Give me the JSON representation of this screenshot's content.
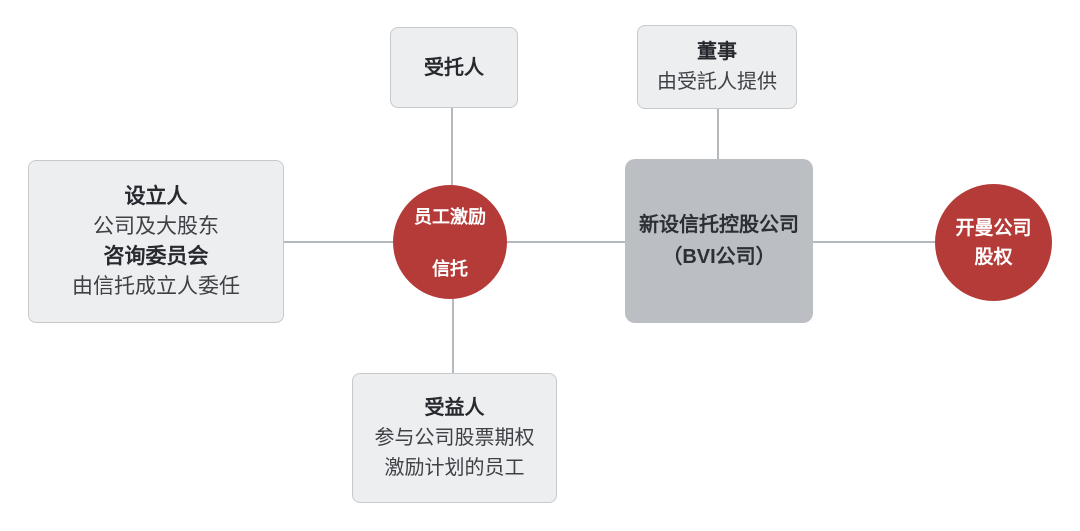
{
  "colors": {
    "accent_red": "#b43b37",
    "gray_node_fill": "#bbbec2",
    "light_box_fill": "#edeef0",
    "light_box_border": "#c7cacd",
    "connector_gray": "#b4b9be",
    "text_dark": "#26292e",
    "text_body": "#3e4246",
    "circle_text": "#ffffff"
  },
  "nodes": {
    "trustee": {
      "lines": [
        {
          "text": "受托人",
          "bold": true
        }
      ]
    },
    "director": {
      "lines": [
        {
          "text": "董事",
          "bold": true
        },
        {
          "text": "由受託人提供",
          "bold": false
        }
      ]
    },
    "settlor": {
      "lines": [
        {
          "text": "设立人",
          "bold": true
        },
        {
          "text": "公司及大股东",
          "bold": false
        },
        {
          "text": "咨询委员会",
          "bold": true
        },
        {
          "text": "由信托成立人委任",
          "bold": false
        }
      ]
    },
    "trust_circle": {
      "lines": [
        {
          "text": "员工激励"
        },
        {
          "text": "信托"
        }
      ]
    },
    "bvi": {
      "lines": [
        {
          "text": "新设信托控股公司"
        },
        {
          "text": "（BVI公司）"
        }
      ]
    },
    "cayman_circle": {
      "lines": [
        {
          "text": "开曼公司"
        },
        {
          "text": "股权"
        }
      ]
    },
    "beneficiary": {
      "lines": [
        {
          "text": "受益人",
          "bold": true
        },
        {
          "text": "参与公司股票期权",
          "bold": false
        },
        {
          "text": "激励计划的员工",
          "bold": false
        }
      ]
    }
  }
}
